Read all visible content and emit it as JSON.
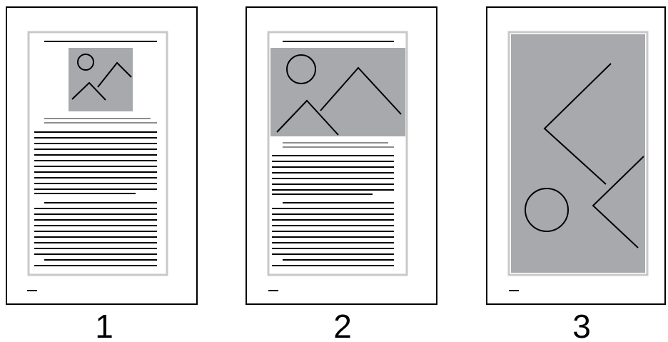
{
  "pages": [
    {
      "id": "page-1",
      "caption": "1",
      "layout": "small-image-with-text"
    },
    {
      "id": "page-2",
      "caption": "2",
      "layout": "wide-image-with-text"
    },
    {
      "id": "page-3",
      "caption": "3",
      "layout": "full-page-image"
    }
  ],
  "colors": {
    "page_border": "#000000",
    "margin_guide": "#c8c8c8",
    "image_fill": "#a7a9ac",
    "caption_rule": "#8e8e8e",
    "text_line": "#000000"
  },
  "icons": [
    "image-placeholder-icon",
    "circle-icon",
    "mountain-icon"
  ]
}
